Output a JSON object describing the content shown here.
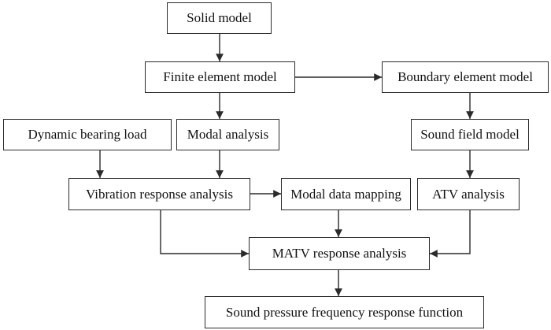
{
  "nodes": {
    "solid_model": "Solid model",
    "finite_element_model": "Finite element model",
    "boundary_element_model": "Boundary element model",
    "dynamic_bearing_load": "Dynamic bearing load",
    "modal_analysis": "Modal analysis",
    "sound_field_model": "Sound field model",
    "vibration_response_analysis": "Vibration response analysis",
    "modal_data_mapping": "Modal data mapping",
    "atv_analysis": "ATV analysis",
    "matv_response_analysis": "MATV response analysis",
    "sound_pressure_frf": "Sound pressure frequency response function"
  },
  "edges": [
    [
      "solid_model",
      "finite_element_model"
    ],
    [
      "finite_element_model",
      "boundary_element_model"
    ],
    [
      "finite_element_model",
      "modal_analysis"
    ],
    [
      "boundary_element_model",
      "sound_field_model"
    ],
    [
      "dynamic_bearing_load",
      "vibration_response_analysis"
    ],
    [
      "modal_analysis",
      "vibration_response_analysis"
    ],
    [
      "vibration_response_analysis",
      "modal_data_mapping"
    ],
    [
      "sound_field_model",
      "atv_analysis"
    ],
    [
      "vibration_response_analysis",
      "matv_response_analysis"
    ],
    [
      "modal_data_mapping",
      "matv_response_analysis"
    ],
    [
      "atv_analysis",
      "matv_response_analysis"
    ],
    [
      "matv_response_analysis",
      "sound_pressure_frf"
    ]
  ],
  "colors": {
    "stroke": "#2b2b2b",
    "text": "#111111",
    "background": "#ffffff"
  }
}
